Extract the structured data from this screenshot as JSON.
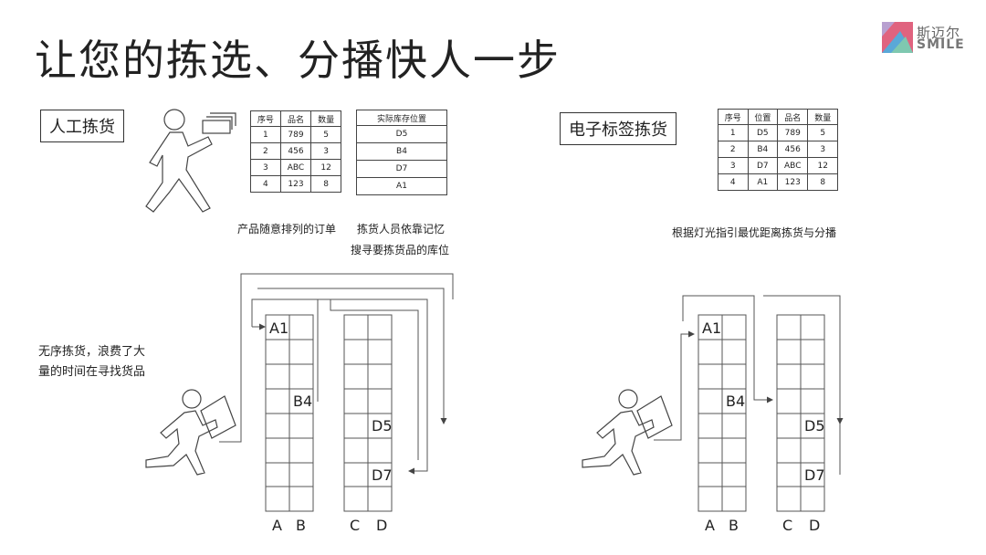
{
  "title": "让您的拣选、分播快人一步",
  "logo": {
    "cn": "斯迈尔",
    "en": "SMILE",
    "colors": [
      "#e0637f",
      "#5aa8d8",
      "#7fc8b0",
      "#b8a0d0"
    ]
  },
  "left": {
    "heading": "人工拣货",
    "order_table": {
      "headers": [
        "序号",
        "品名",
        "数量"
      ],
      "rows": [
        [
          "1",
          "789",
          "5"
        ],
        [
          "2",
          "456",
          "3"
        ],
        [
          "3",
          "ABC",
          "12"
        ],
        [
          "4",
          "123",
          "8"
        ]
      ]
    },
    "location_table": {
      "header": "实际库存位置",
      "rows": [
        "D5",
        "B4",
        "D7",
        "A1"
      ]
    },
    "caption_order": "产品随意排列的订单",
    "caption_memory": [
      "拣货人员依靠记忆",
      "搜寻要拣货品的库位"
    ],
    "note": [
      "无序拣货，浪费了大",
      "量的时间在寻找货品"
    ],
    "cells": [
      "A1",
      "B4",
      "D5",
      "D7"
    ],
    "column_letters": [
      "A",
      "B",
      "C",
      "D"
    ]
  },
  "right": {
    "heading": "电子标签拣货",
    "order_table": {
      "headers": [
        "序号",
        "位置",
        "品名",
        "数量"
      ],
      "rows": [
        [
          "1",
          "D5",
          "789",
          "5"
        ],
        [
          "2",
          "B4",
          "456",
          "3"
        ],
        [
          "3",
          "D7",
          "ABC",
          "12"
        ],
        [
          "4",
          "A1",
          "123",
          "8"
        ]
      ]
    },
    "caption": "根据灯光指引最优距离拣货与分播",
    "cells": [
      "A1",
      "B4",
      "D5",
      "D7"
    ],
    "column_letters": [
      "A",
      "B",
      "C",
      "D"
    ]
  }
}
